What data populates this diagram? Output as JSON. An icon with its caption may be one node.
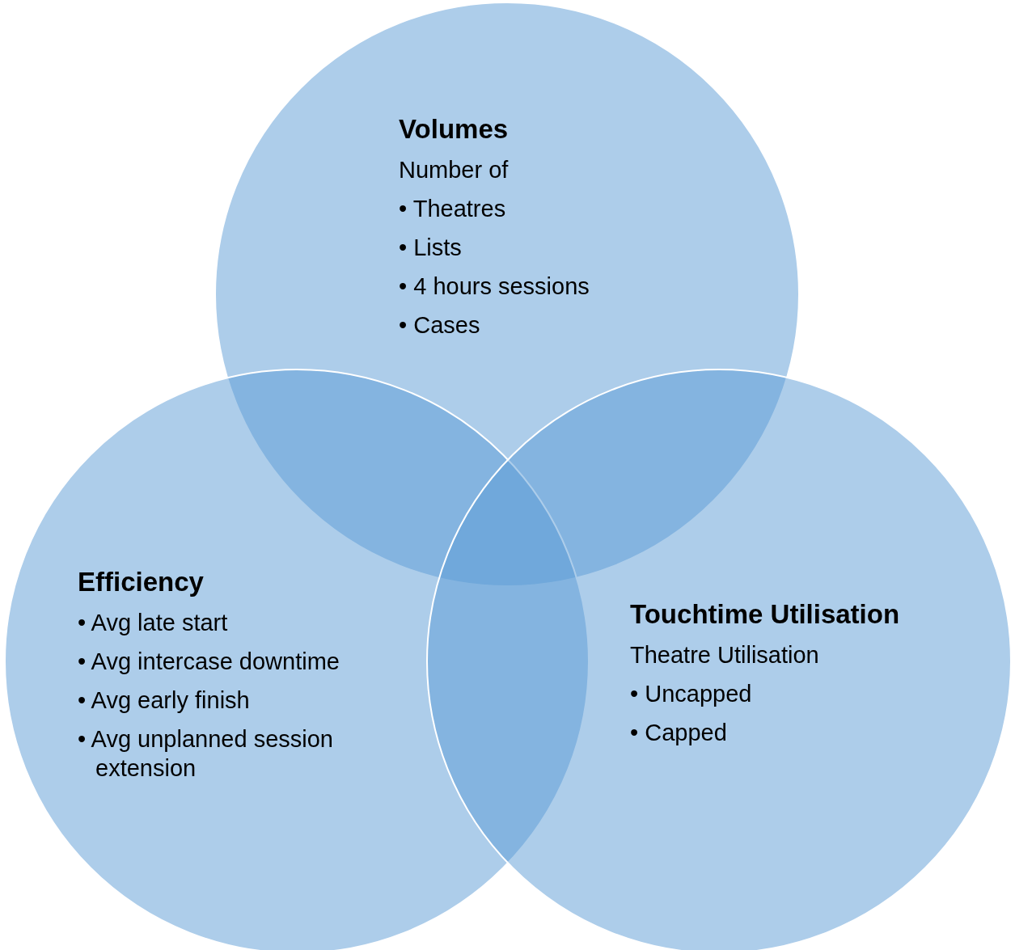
{
  "diagram": {
    "nodes": [
      {
        "text": [
          "Volumes",
          "Number of",
          "• Theatres",
          "• Lists",
          "• 4 hours sessions",
          "• Cases"
        ]
      },
      {
        "text": [
          "Efficiency",
          "• Avg late start",
          "• Avg intercase downtime",
          "• Avg early finish",
          "• Avg unplanned session extension"
        ]
      },
      {
        "text": [
          "Touchtime Utilisation",
          "Theatre Utilisation",
          "• Uncapped",
          "• Capped"
        ]
      }
    ]
  }
}
